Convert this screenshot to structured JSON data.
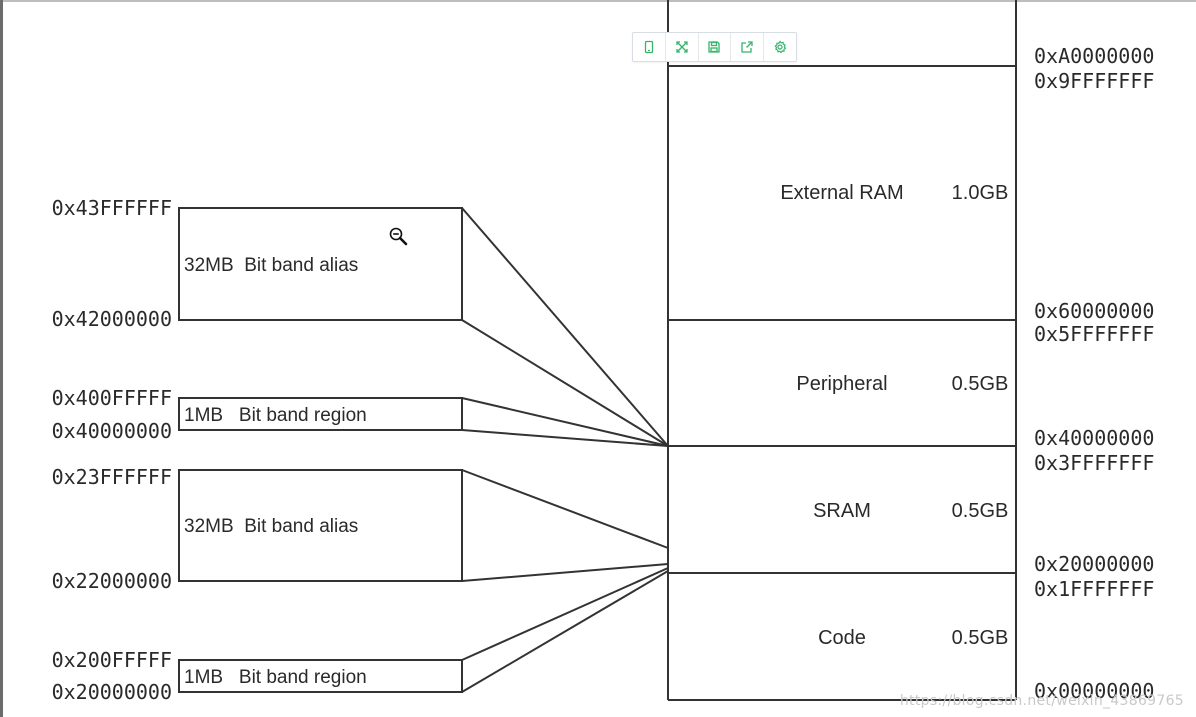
{
  "memory_map": {
    "regions": [
      {
        "name": "External RAM",
        "size": "1.0GB"
      },
      {
        "name": "Peripheral",
        "size": "0.5GB"
      },
      {
        "name": "SRAM",
        "size": "0.5GB"
      },
      {
        "name": "Code",
        "size": "0.5GB"
      }
    ],
    "addresses": [
      "0xA0000000",
      "0x9FFFFFFF",
      "0x60000000",
      "0x5FFFFFFF",
      "0x40000000",
      "0x3FFFFFFF",
      "0x20000000",
      "0x1FFFFFFF",
      "0x00000000"
    ]
  },
  "bit_band": {
    "blocks": [
      {
        "label": "32MB  Bit band alias",
        "top_addr": "0x43FFFFFF",
        "bottom_addr": "0x42000000"
      },
      {
        "label": "1MB   Bit band region",
        "top_addr": "0x400FFFFF",
        "bottom_addr": "0x40000000"
      },
      {
        "label": "32MB  Bit band alias",
        "top_addr": "0x23FFFFFF",
        "bottom_addr": "0x22000000"
      },
      {
        "label": "1MB   Bit band region",
        "top_addr": "0x200FFFFF",
        "bottom_addr": "0x20000000"
      }
    ]
  },
  "toolbar": {
    "buttons": [
      {
        "icon": "phone-icon"
      },
      {
        "icon": "fullscreen-icon"
      },
      {
        "icon": "save-icon"
      },
      {
        "icon": "share-icon"
      },
      {
        "icon": "gear-icon"
      }
    ],
    "accent": "#34b56a"
  },
  "watermark": "https://blog.csdn.net/weixin_43869765"
}
